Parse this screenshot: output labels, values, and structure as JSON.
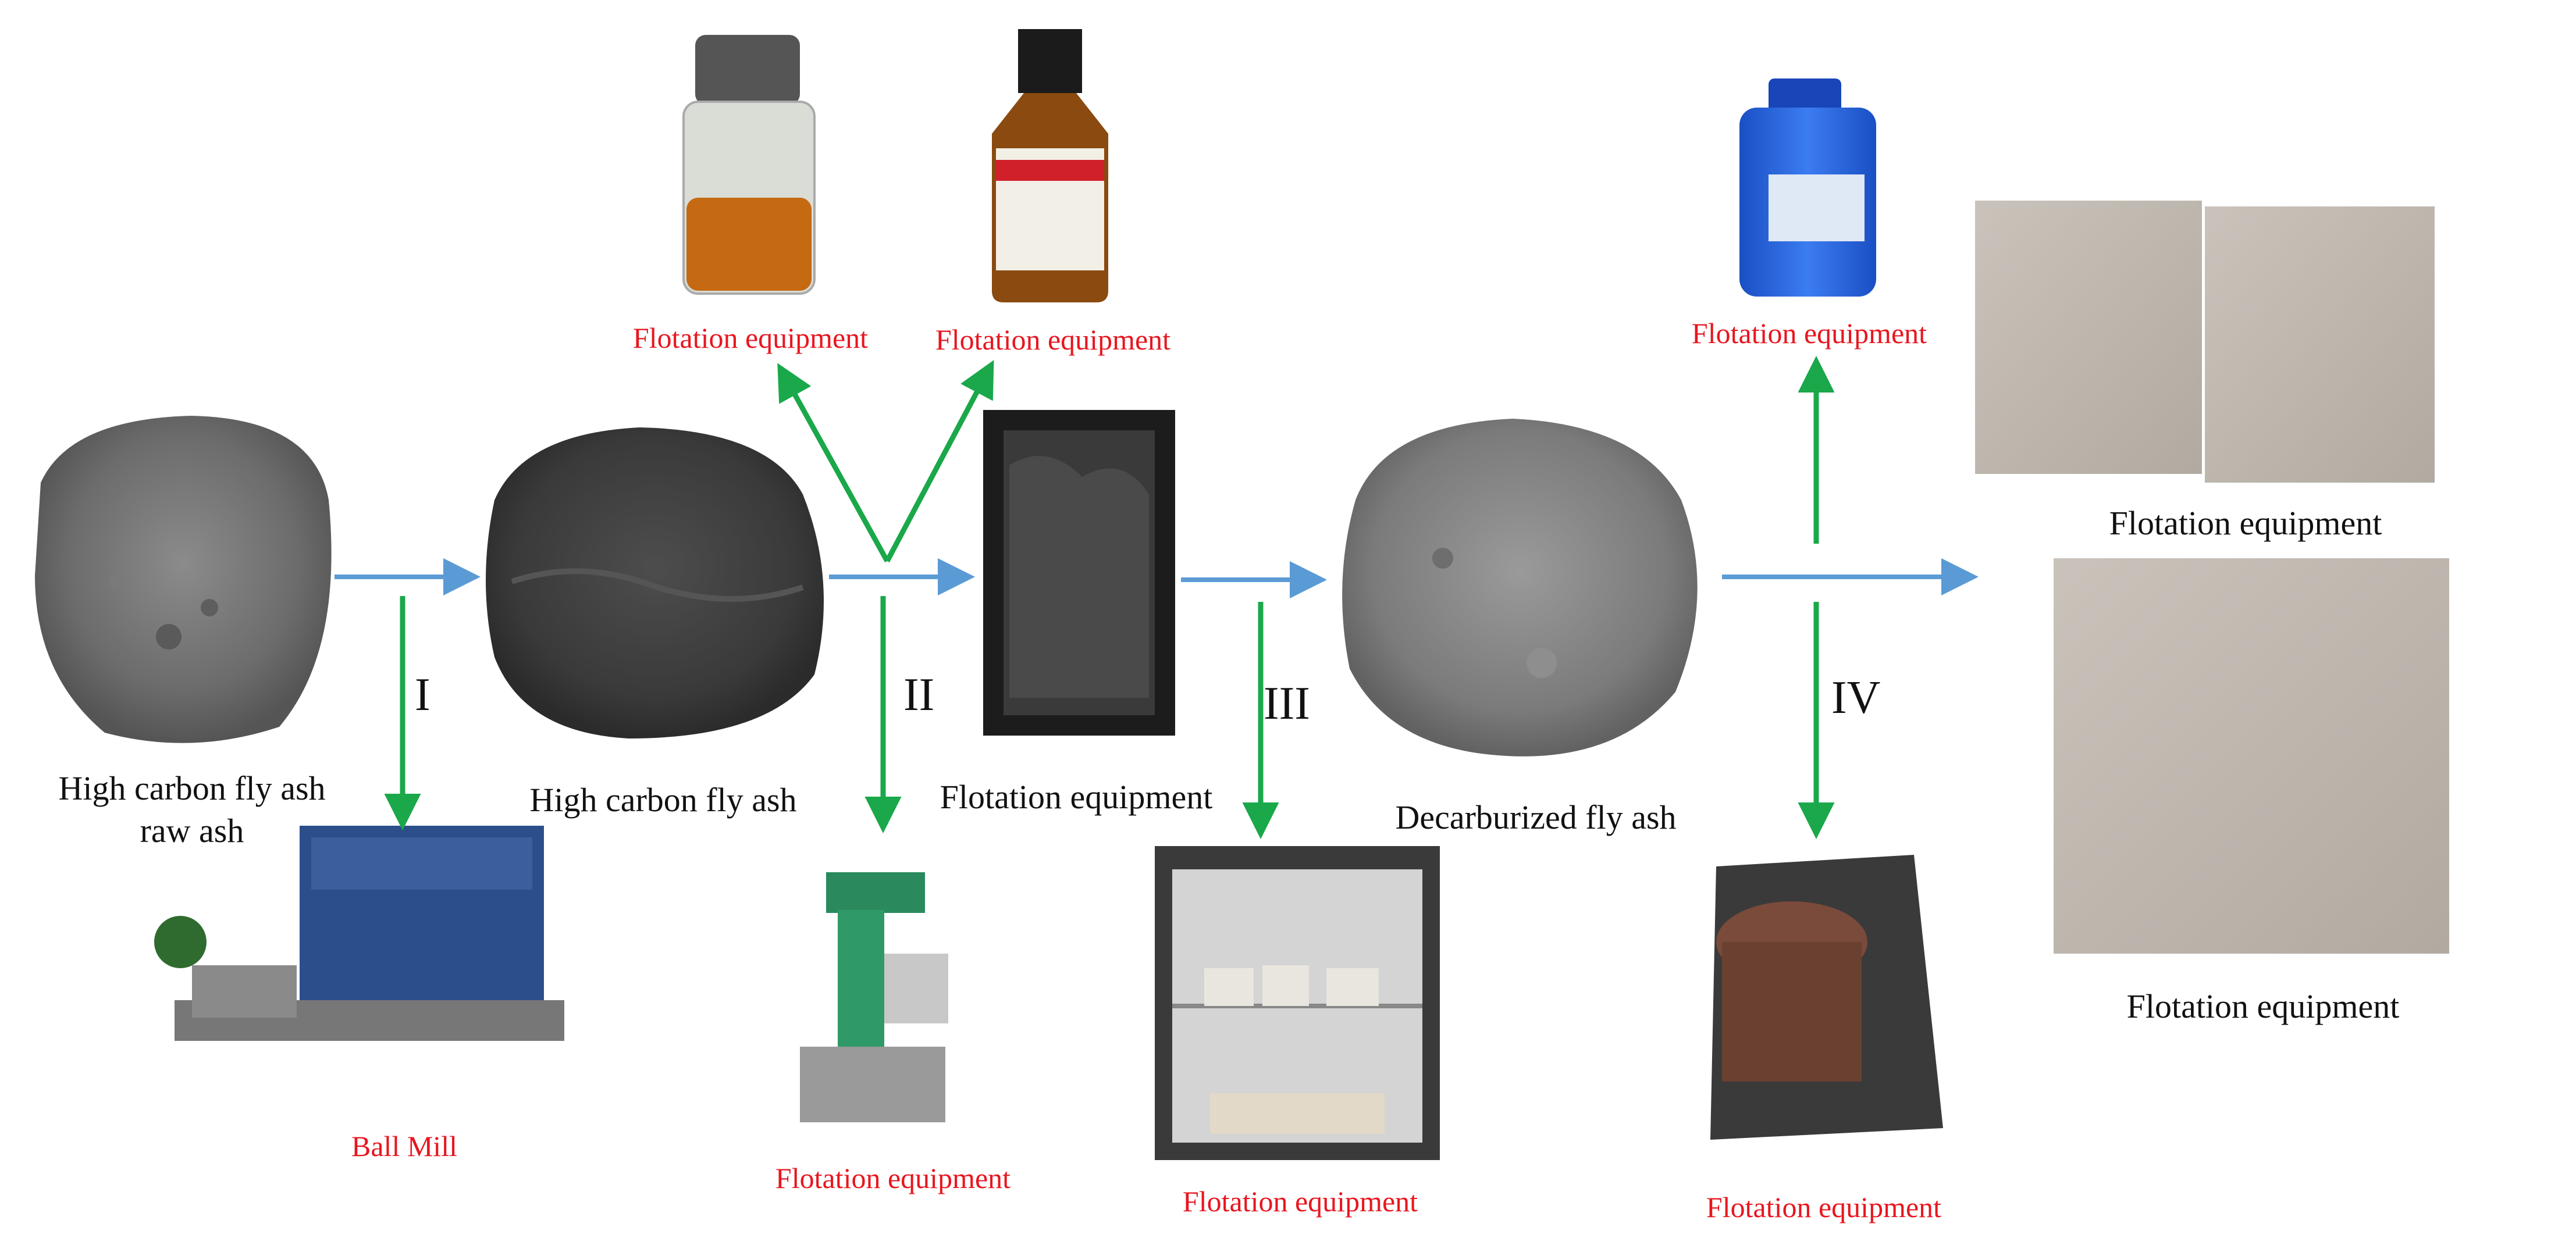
{
  "colors": {
    "flow_arrow": "#5b9bd5",
    "branch_arrow": "#1aa84a",
    "black_label": "#111111",
    "red_label": "#e8161f"
  },
  "nodes": {
    "raw_ash": {
      "label_line1": "High carbon fly ash",
      "label_line2": "raw ash"
    },
    "ground_ash": {
      "label": "High carbon fly ash"
    },
    "flotation_tank": {
      "label": "Flotation equipment"
    },
    "decarburized_ash": {
      "label": "Decarburized fly ash"
    },
    "product_top": {
      "label": "Flotation equipment"
    },
    "product_bottom": {
      "label": "Flotation equipment"
    }
  },
  "equipment": {
    "ball_mill": {
      "label": "Ball Mill"
    },
    "reagent_oil": {
      "label": "Flotation equipment"
    },
    "reagent_bottle": {
      "label": "Flotation equipment"
    },
    "flotation_machine": {
      "label": "Flotation equipment"
    },
    "curing_oven": {
      "label": "Flotation equipment"
    },
    "additive_drum": {
      "label": "Flotation equipment"
    },
    "mixer": {
      "label": "Flotation equipment"
    }
  },
  "stages": [
    "I",
    "II",
    "III",
    "IV"
  ]
}
